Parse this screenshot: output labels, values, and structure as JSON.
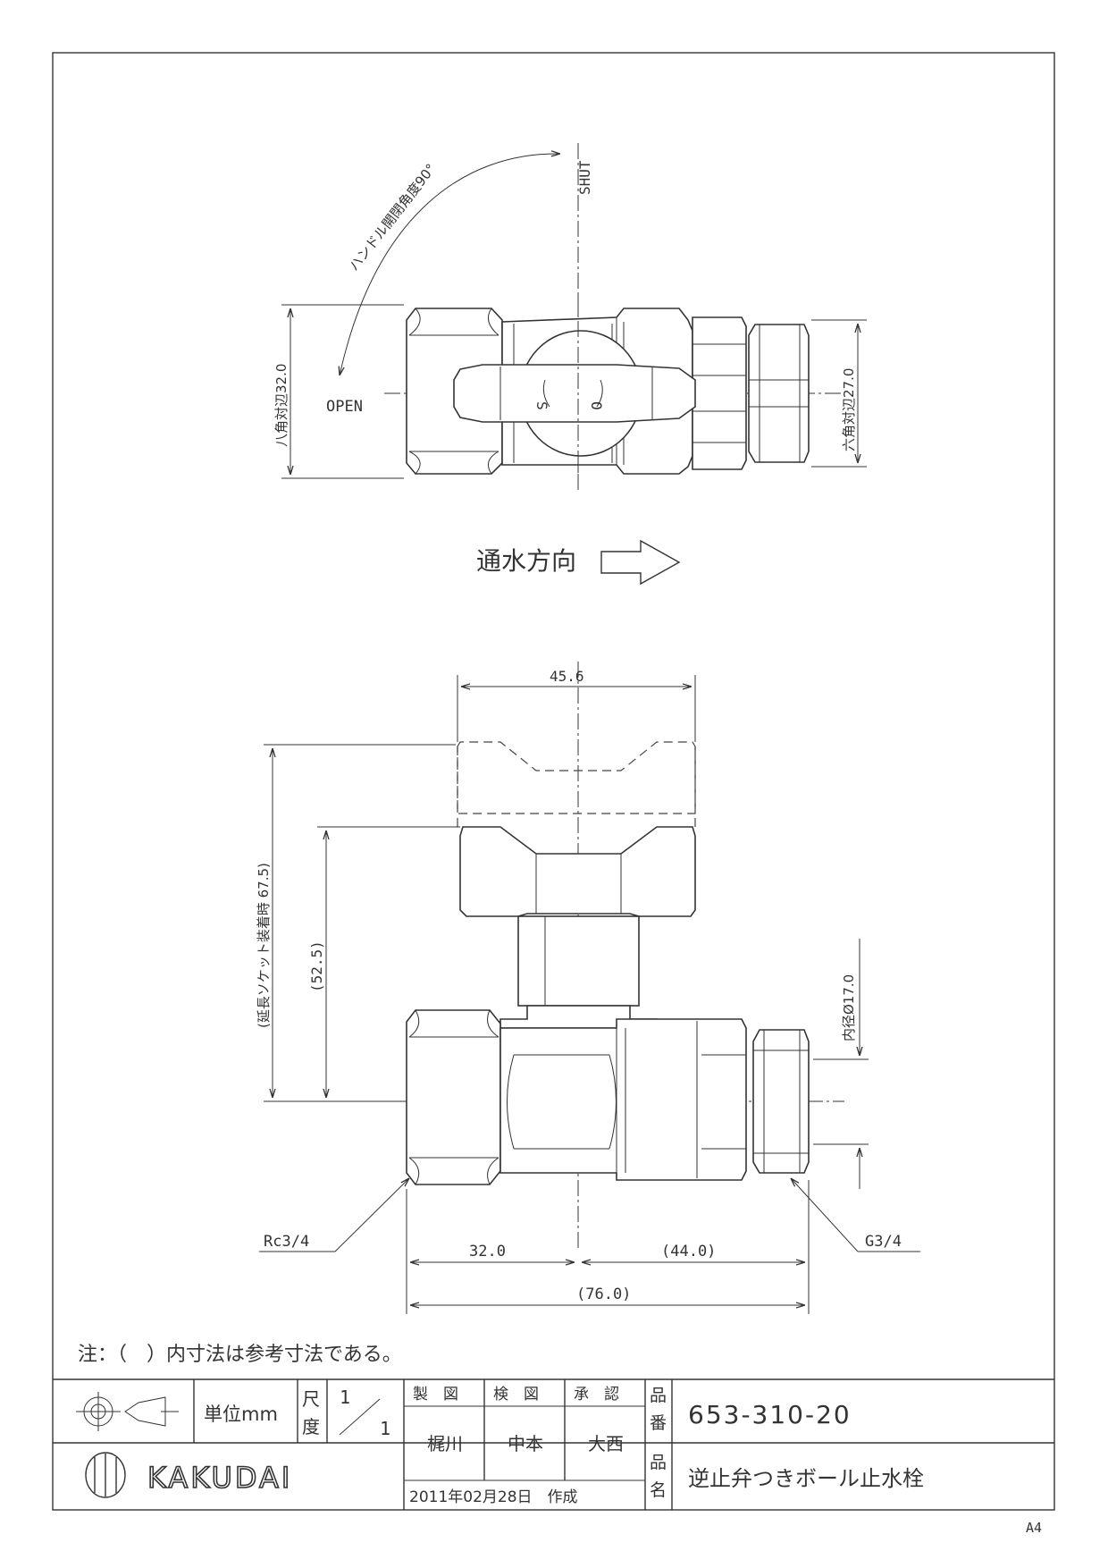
{
  "drawing": {
    "top_view": {
      "shut_label": "SHUT",
      "open_label": "OPEN",
      "handle_angle_label": "ハンドル開閉角度90°",
      "octagon_width_label": "八角対辺32.0",
      "hex_width_label": "六角対辺27.0",
      "s_mark": "S",
      "o_mark": "O"
    },
    "flow_direction_label": "通水方向",
    "side_view": {
      "width_label": "45.6",
      "extended_height_label": "(延長ソケット装着時 67.5)",
      "height_label": "(52.5)",
      "inner_diameter_label": "内径Ø17.0",
      "inlet_thread_label": "Rc3/4",
      "outlet_thread_label": "G3/4",
      "inlet_length_label": "32.0",
      "outlet_length_label": "(44.0)",
      "total_length_label": "(76.0)"
    },
    "note": "注：（　）内寸法は参考寸法である。"
  },
  "title_block": {
    "unit_label": "単位mm",
    "scale_label_1": "尺",
    "scale_label_2": "度",
    "scale_num": "1",
    "scale_den": "1",
    "drawn_label": "製　図",
    "checked_label": "検　図",
    "approved_label": "承　認",
    "drawn_by": "梶川",
    "checked_by": "中本",
    "approved_by": "大西",
    "part_no_label_1": "品",
    "part_no_label_2": "番",
    "part_no": "653-310-20",
    "part_name_label_1": "品",
    "part_name_label_2": "名",
    "part_name": "逆止弁つきボール止水栓",
    "date_text": "2011年02月28日　作成",
    "brand": "KAKUDAI"
  },
  "sheet_size": "A4"
}
